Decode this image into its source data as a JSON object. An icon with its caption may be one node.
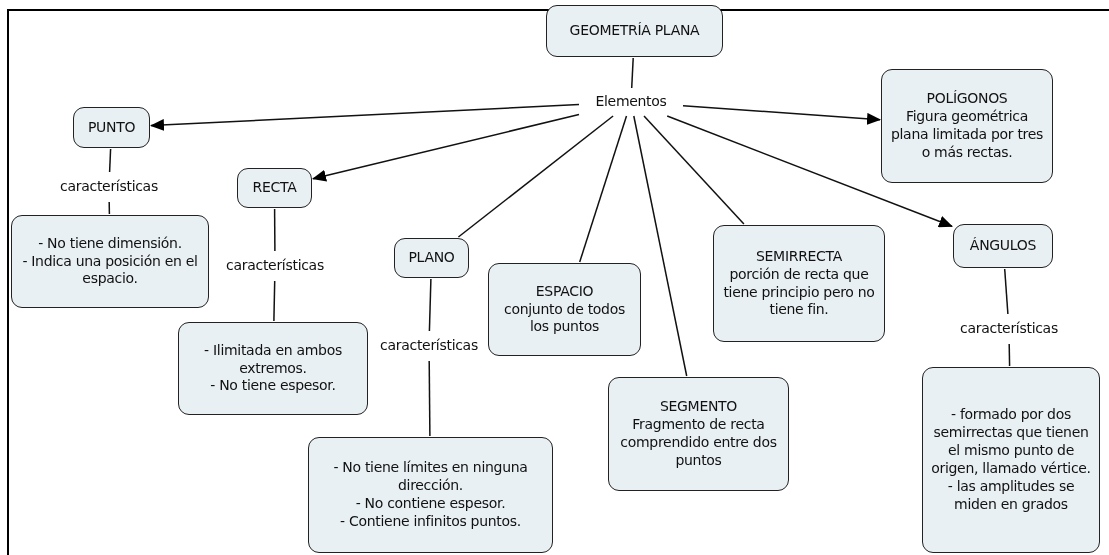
{
  "diagram": {
    "nodes": [
      {
        "text": [
          "GEOMETRÍA PLANA"
        ]
      },
      {
        "text": [
          "Elementos"
        ]
      },
      {
        "text": [
          "PUNTO"
        ]
      },
      {
        "text": [
          "características"
        ]
      },
      {
        "text": [
          "- No tiene dimensión.",
          "- Indica una posición en el espacio."
        ]
      },
      {
        "text": [
          "RECTA"
        ]
      },
      {
        "text": [
          "características"
        ]
      },
      {
        "text": [
          "- Ilimitada en ambos extremos.",
          "- No tiene espesor."
        ]
      },
      {
        "text": [
          "PLANO"
        ]
      },
      {
        "text": [
          "características"
        ]
      },
      {
        "text": [
          "- No tiene límites en ninguna dirección.",
          "- No contiene espesor.",
          "- Contiene infinitos puntos."
        ]
      },
      {
        "text": [
          "ESPACIO",
          "conjunto de todos los puntos"
        ]
      },
      {
        "text": [
          "SEGMENTO",
          "Fragmento de recta comprendido entre dos puntos"
        ]
      },
      {
        "text": [
          "SEMIRRECTA",
          "porción de recta que tiene principio pero no tiene fin."
        ]
      },
      {
        "text": [
          "POLÍGONOS",
          "Figura geométrica plana limitada por tres o más rectas."
        ]
      },
      {
        "text": [
          "ÁNGULOS"
        ]
      },
      {
        "text": [
          "características"
        ]
      },
      {
        "text": [
          "- formado por dos semirrectas que tienen el mismo punto de origen, llamado vértice.",
          "- las amplitudes se miden en grados"
        ]
      }
    ],
    "edges": [
      {
        "from": 0,
        "to": 1,
        "arrow": "none"
      },
      {
        "from": 1,
        "to": 2,
        "arrow": "to"
      },
      {
        "from": 1,
        "to": 5,
        "arrow": "to"
      },
      {
        "from": 1,
        "to": 8,
        "arrow": "none"
      },
      {
        "from": 1,
        "to": 11,
        "arrow": "none"
      },
      {
        "from": 1,
        "to": 12,
        "arrow": "none"
      },
      {
        "from": 1,
        "to": 13,
        "arrow": "none"
      },
      {
        "from": 1,
        "to": 14,
        "arrow": "to"
      },
      {
        "from": 1,
        "to": 15,
        "arrow": "to"
      },
      {
        "from": 2,
        "to": 3,
        "arrow": "none"
      },
      {
        "from": 3,
        "to": 4,
        "arrow": "none"
      },
      {
        "from": 5,
        "to": 6,
        "arrow": "none"
      },
      {
        "from": 6,
        "to": 7,
        "arrow": "none"
      },
      {
        "from": 8,
        "to": 9,
        "arrow": "none"
      },
      {
        "from": 9,
        "to": 10,
        "arrow": "none"
      },
      {
        "from": 15,
        "to": 16,
        "arrow": "none"
      },
      {
        "from": 16,
        "to": 17,
        "arrow": "none"
      }
    ]
  }
}
